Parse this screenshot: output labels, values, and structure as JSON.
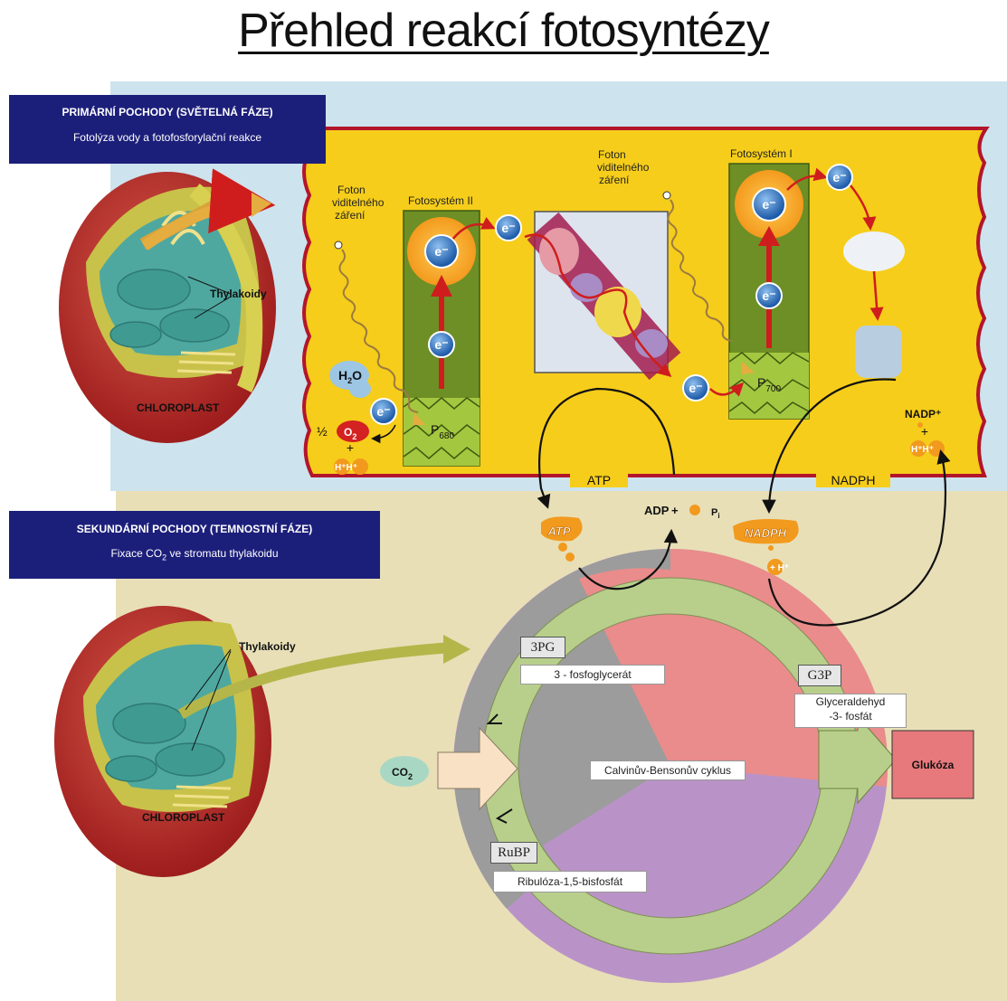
{
  "title": "Přehled reakcí fotosyntézy",
  "primary": {
    "heading": "PRIMÁRNÍ POCHODY (SVĚTELNÁ FÁZE)",
    "subheading": "Fotolýza vody a fotofosforylační reakce"
  },
  "secondary": {
    "heading": "SEKUNDÁRNÍ POCHODY (TEMNOSTNÍ FÁZE)",
    "subheading_pre": "Fixace CO",
    "subheading_sub": "2",
    "subheading_post": " ve stromatu thylakoidu"
  },
  "chloroplast": {
    "label": "CHLOROPLAST",
    "thylakoids": "Thylakoidy"
  },
  "photon": [
    "Foton",
    "viditelného",
    "záření"
  ],
  "ps2": {
    "title": "Fotosystém II",
    "center": "P",
    "center_sub": "680"
  },
  "ps1": {
    "title": "Fotosystém I",
    "center": "P",
    "center_sub": "700"
  },
  "electron": "e⁻",
  "water": {
    "h2o": "H",
    "h2o_sub": "2",
    "h2o_post": "O",
    "half": "½",
    "o2": "O",
    "o2_sub": "2",
    "plus": "+",
    "protons": "H⁺H⁺"
  },
  "nadp": {
    "label": "NADP⁺",
    "plus": "+",
    "protons": "H⁺H⁺"
  },
  "membrane": {
    "atp": "ATP",
    "nadph": "NADPH"
  },
  "stroma": {
    "atp": "ATP",
    "adp": "ADP",
    "plus": "+",
    "pi": "P",
    "pi_sub": "i",
    "nadph": "NADPH",
    "hplus": "+ H⁺"
  },
  "cycle": {
    "center_label": "Calvinův-Bensonův cyklus",
    "pg3_tag": "3PG",
    "pg3_name": "3 - fosfoglycerát",
    "g3p_tag": "G3P",
    "g3p_name_1": "Glyceraldehyd",
    "g3p_name_2": "-3- fosfát",
    "rubp_tag": "RuBP",
    "rubp_name": "Ribulóza-1,5-bisfosfát",
    "co2": "CO",
    "co2_sub": "2",
    "glucose": "Glukóza"
  },
  "colors": {
    "header_bg": "#1c1f7a",
    "light_bg": "#cde3ee",
    "dark_bg": "#e8dfb7",
    "thylakoid_yellow": "#f6cd1a",
    "membrane_red": "#b3152a",
    "ps_green": "#6d8f25",
    "ring_green": "#b8cf8c",
    "sector_pink": "#e98c8b",
    "sector_gray": "#9c9c9c",
    "sector_purple": "#b993c7",
    "electron_blue": "#2d6fc0",
    "glucose_red": "#e7787c"
  }
}
